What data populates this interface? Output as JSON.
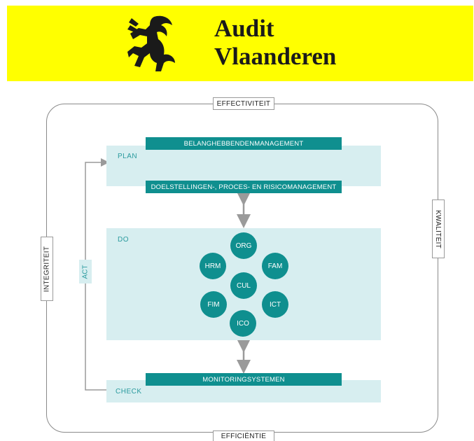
{
  "header": {
    "title_line1": "Audit",
    "title_line2": "Vlaanderen",
    "background_color": "#ffff00"
  },
  "frame": {
    "top_label": "EFFECTIVITEIT",
    "bottom_label": "EFFICIËNTIE",
    "left_label": "INTEGRITEIT",
    "right_label": "KWALITEIT"
  },
  "plan": {
    "label": "PLAN",
    "bar_top": "BELANGHEBBENDENMANAGEMENT",
    "bar_bottom": "DOELSTELLINGEN-, PROCES- EN RISICOMANAGEMENT"
  },
  "do": {
    "label": "DO",
    "circles": [
      "ORG",
      "HRM",
      "FAM",
      "CUL",
      "FIM",
      "ICT",
      "ICO"
    ]
  },
  "check": {
    "label": "CHECK",
    "bar": "MONITORINGSYSTEMEN"
  },
  "act": {
    "label": "ACT"
  },
  "colors": {
    "teal": "#0f8f8f",
    "panel": "#d7eef0",
    "label_teal": "#2a9a9e"
  }
}
